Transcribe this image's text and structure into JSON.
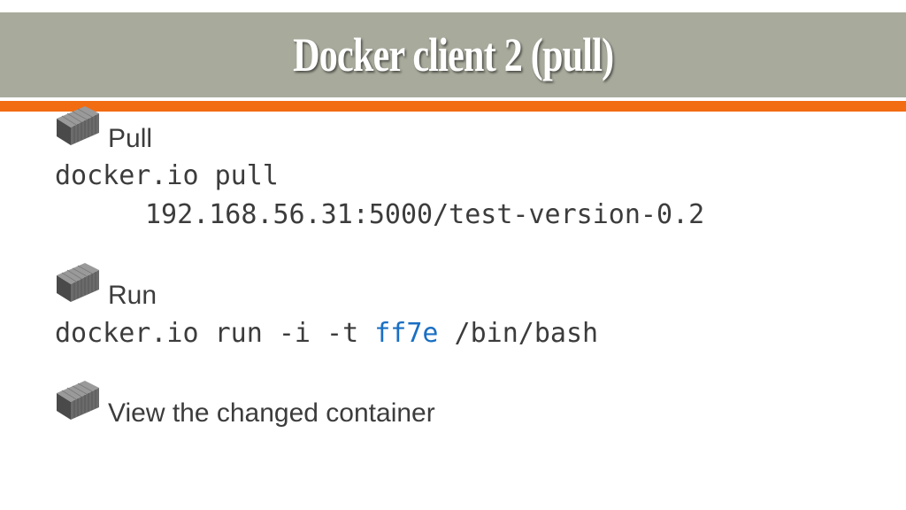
{
  "slide": {
    "title": "Docker client 2 (pull)",
    "accent_color": "#f26c12",
    "title_bar_color": "#a8ab9c",
    "highlight_color": "#1a6fc4"
  },
  "sections": [
    {
      "icon": "shipping-container-icon",
      "label": "Pull",
      "code_lines": [
        "docker.io pull",
        "192.168.56.31:5000/test-version-0.2"
      ]
    },
    {
      "icon": "shipping-container-icon",
      "label": "Run",
      "code": {
        "prefix": "docker.io run -i -t ",
        "highlight": "ff7e",
        "suffix": " /bin/bash"
      }
    },
    {
      "icon": "shipping-container-icon",
      "label": "View the changed container"
    }
  ]
}
